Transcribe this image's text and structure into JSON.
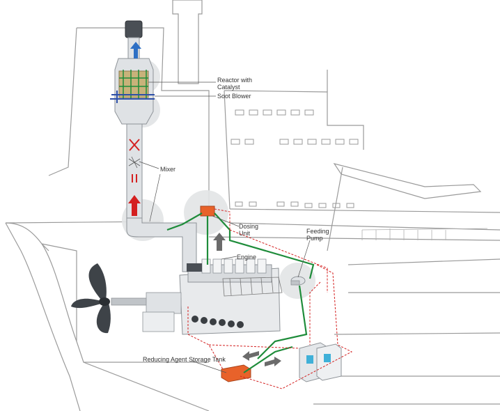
{
  "labels": {
    "reactor": "Reactor with Catalyst",
    "soot_blower": "Soot Blower",
    "mixer": "Mixer",
    "dosing_unit": "Dosing Unit",
    "feeding_pump": "Feeding Pump",
    "engine": "Engine",
    "storage_tank": "Reducing Agent Storage Tank"
  },
  "colors": {
    "outline": "#9a9a9a",
    "pipe": "#cfd2d5",
    "green_line": "#1e8c3a",
    "red_dashed": "#d42020",
    "red_arrow": "#d42020",
    "blue_arrow": "#2d6fc4",
    "orange_box": "#e8622a",
    "catalyst": "#c8b27a",
    "grey_arrow": "#6b6b6b"
  }
}
